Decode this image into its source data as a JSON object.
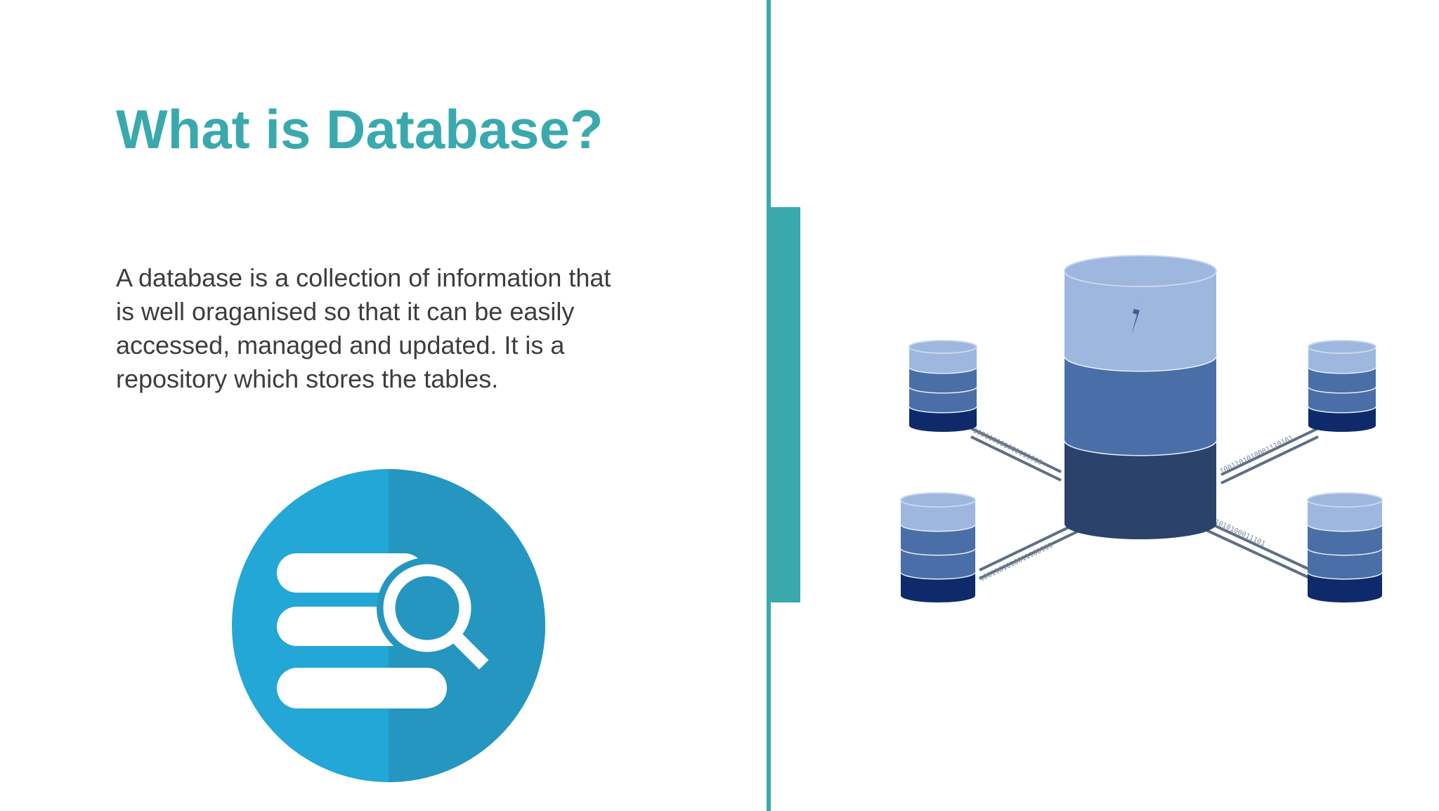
{
  "slide": {
    "title": "What is Database?",
    "body_lines": [
      "A database is a collection of information that",
      "is well oraganised so that it can be easily",
      "accessed, managed and updated. It is a",
      "repository which stores the tables."
    ],
    "binary_labels": [
      "100110101000111010",
      "1001101010001110101",
      "1001101010011100101",
      "10011010100011101"
    ]
  },
  "icons": {
    "left": "database-search-icon",
    "right": "database-network-icon"
  },
  "colors": {
    "accent_teal": "#3aa9ad",
    "icon_circle_light": "#22a7d6",
    "icon_circle_dark": "#2596bf",
    "db_light": "#9eb7de",
    "db_mid": "#4a6fa8",
    "db_dark": "#2b436a",
    "db_navy": "#0f2a6b",
    "body_text": "#3d3d3d"
  }
}
